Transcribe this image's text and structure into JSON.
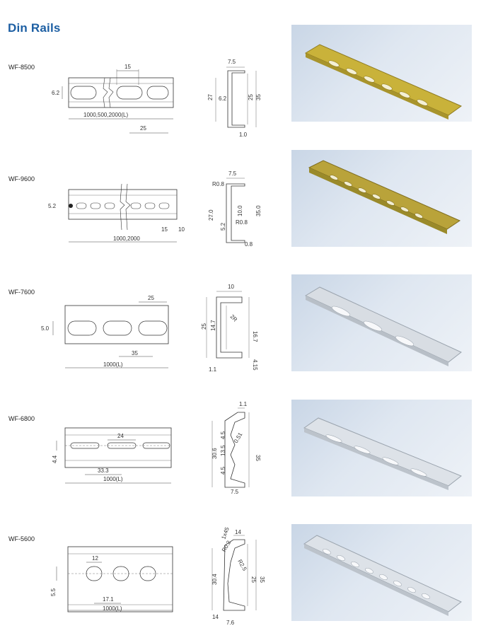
{
  "page": {
    "title": "Din Rails"
  },
  "rails": [
    {
      "model": "WF-8500",
      "front": {
        "height": "6.2",
        "pitch_top": "15",
        "pitch_bottom": "25",
        "length": "1000,500,2000(L)"
      },
      "section": {
        "top": "7.5",
        "inner": "6.2",
        "outer_h": "27",
        "h25": "25",
        "h35": "35",
        "thick": "1.0"
      },
      "finish": "yellow-zinc"
    },
    {
      "model": "WF-9600",
      "front": {
        "height": "5.2",
        "pitch": "15",
        "edge": "10",
        "length": "1000,2000"
      },
      "section": {
        "top": "7.5",
        "r1": "R0.8",
        "h270": "27.0",
        "h52": "5.2",
        "h100": "10.0",
        "r2": "R0.8",
        "h350": "35.0",
        "thick": "0.8"
      },
      "finish": "yellow-zinc"
    },
    {
      "model": "WF-7600",
      "front": {
        "height": "5.0",
        "pitch_top": "25",
        "pitch_bottom": "35",
        "length": "1000(L)"
      },
      "section": {
        "top": "10",
        "radius": "2R",
        "h147": "14.7",
        "h25": "25",
        "h167": "16.7",
        "bottom_left": "1.1",
        "bottom_right": "4.15"
      },
      "finish": "silver"
    },
    {
      "model": "WF-6800",
      "front": {
        "height": "4.4",
        "pitch_top": "24",
        "pitch_bottom": "33.3",
        "length": "1000(L)"
      },
      "section": {
        "top": "1.1",
        "h45a": "4.5",
        "h135": "13.5",
        "r051": "0.51",
        "h306": "30.6",
        "h45b": "4.5",
        "h35": "35",
        "bottom": "7.5"
      },
      "finish": "silver"
    },
    {
      "model": "WF-5600",
      "front": {
        "pitch_top": "12",
        "height": "5.5",
        "pitch_bottom": "17.1",
        "length": "1000(L)"
      },
      "section": {
        "chamfer": "1x45",
        "top": "14",
        "r1": "R0.2",
        "r2": "R2.5",
        "h304": "30.4",
        "h25": "25",
        "h35": "35",
        "bottom_left": "14",
        "bottom": "7.6"
      },
      "finish": "silver"
    }
  ]
}
